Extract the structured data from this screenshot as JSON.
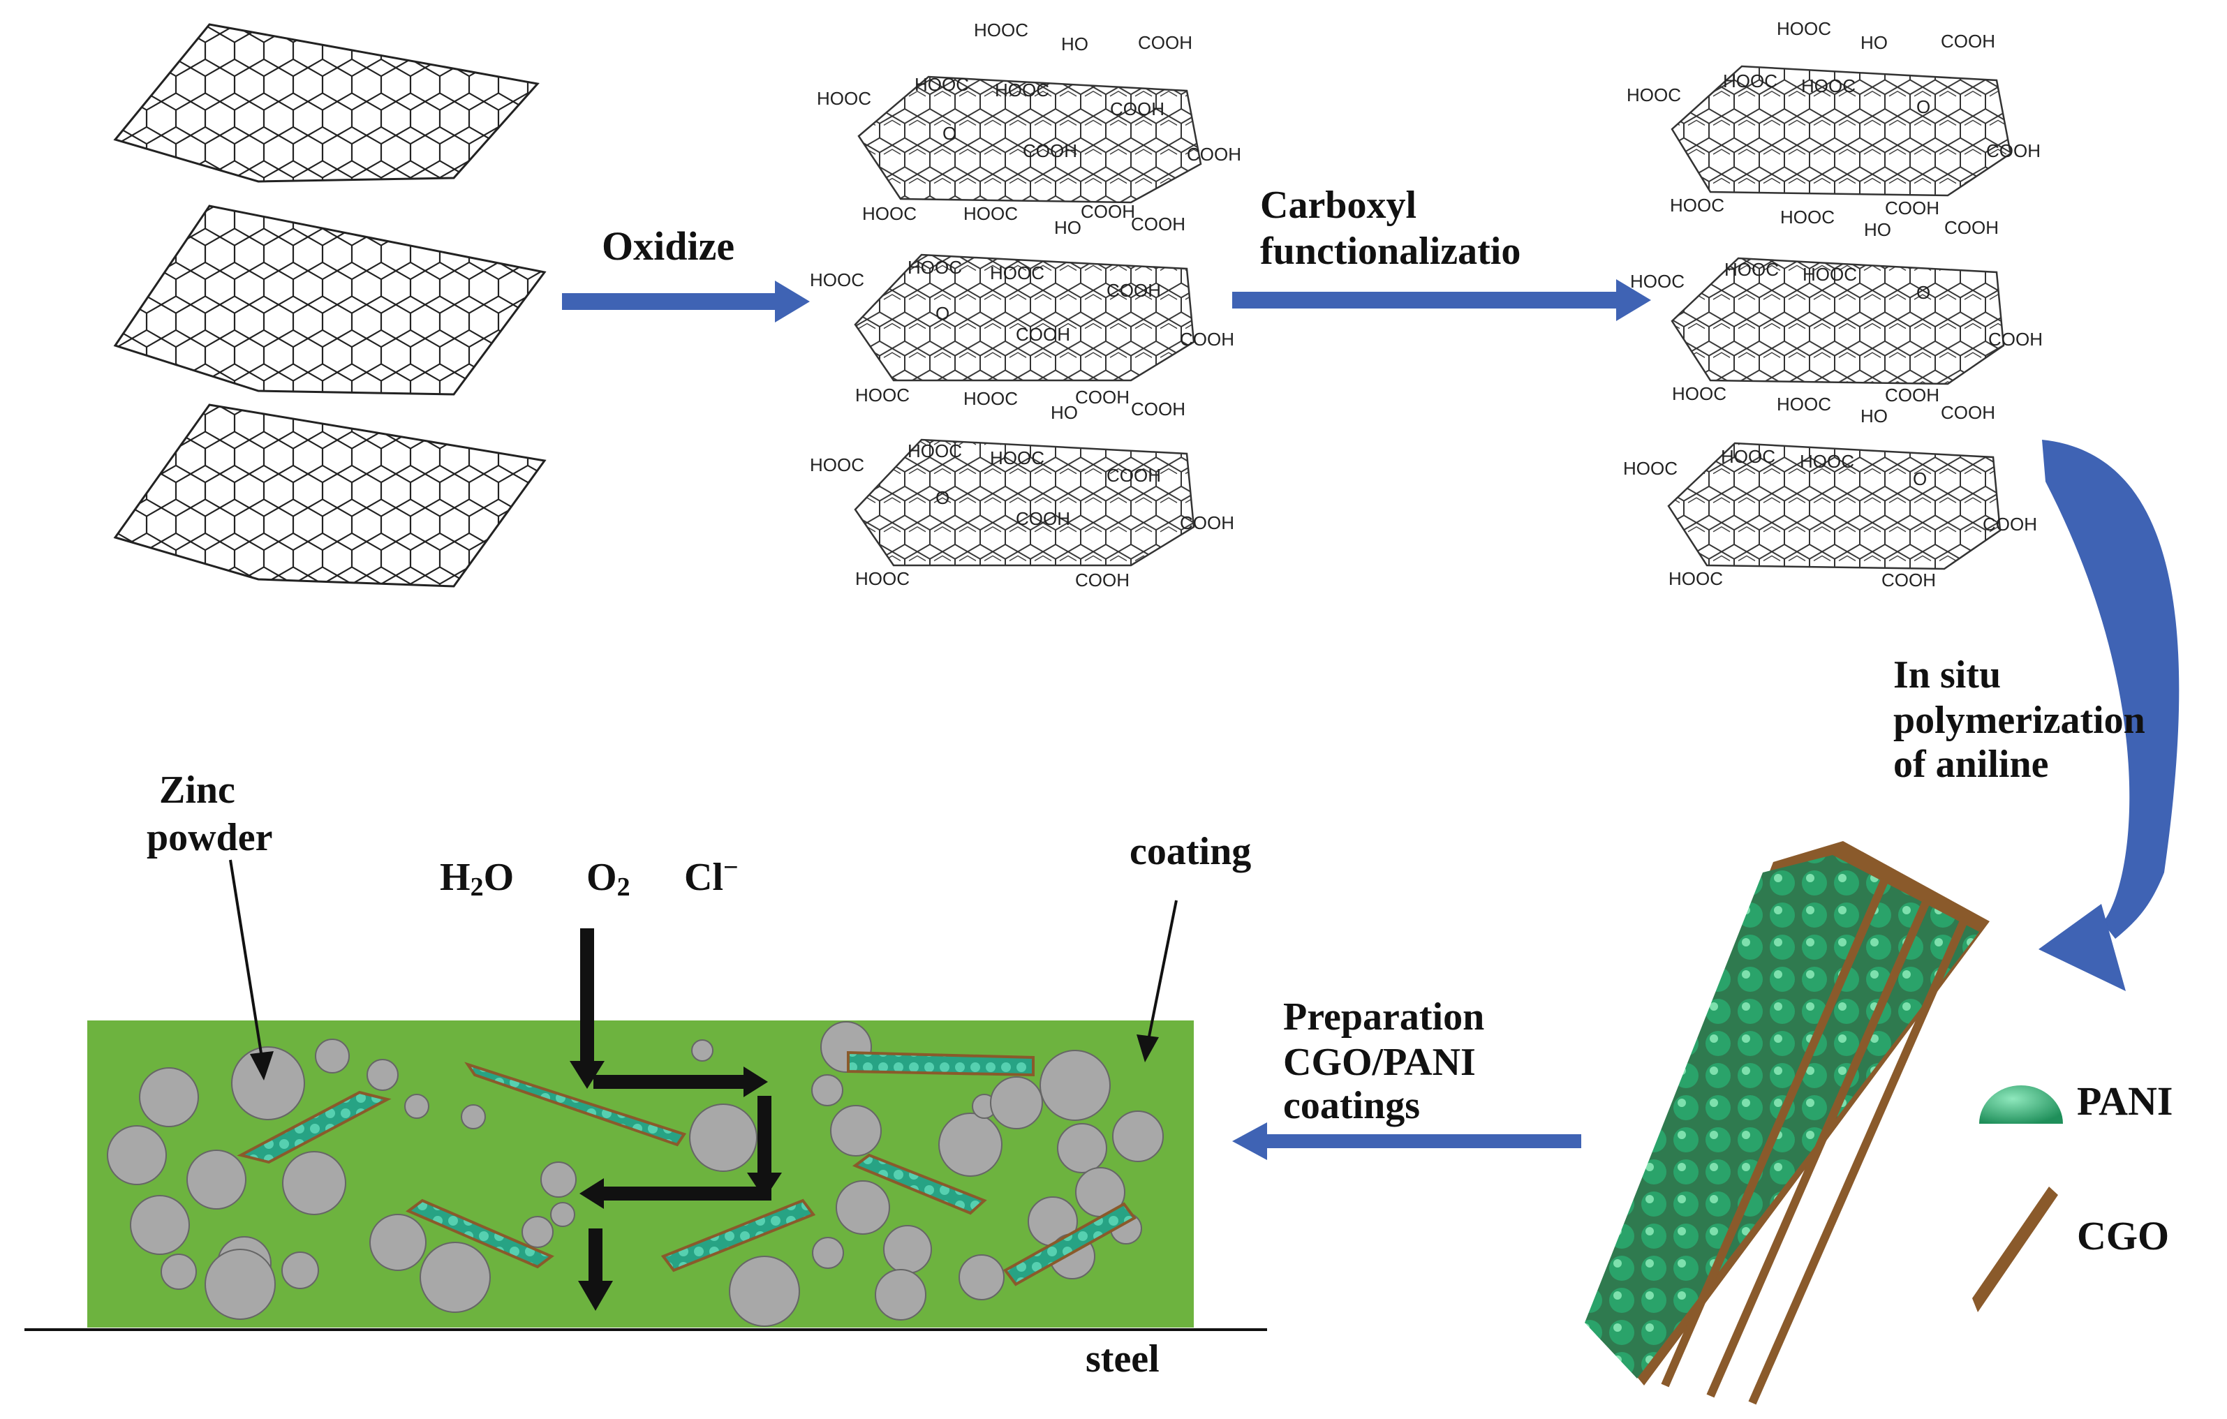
{
  "labels": {
    "oxidize": "Oxidize",
    "carboxyl_line1": "Carboxyl",
    "carboxyl_line2": "functionalizatio",
    "insitu_line1": "In situ",
    "insitu_line2": "polymerization",
    "insitu_line3": "of aniline",
    "prep_line1": "Preparation",
    "prep_line2": "CGO/PANI",
    "prep_line3": "coatings",
    "zinc_line1": "Zinc",
    "zinc_line2": "powder",
    "h2o_main": "H",
    "h2o_sub": "2",
    "h2o_end": "O",
    "o2_main": "O",
    "o2_sub": "2",
    "cl_main": "Cl",
    "cl_sup": "−",
    "coating": "coating",
    "steel": "steel",
    "legend_pani": "PANI",
    "legend_cgo": "CGO"
  },
  "chem_groups": {
    "hooc": "HOOC",
    "cooh": "COOH",
    "ho": "HO",
    "o": "O"
  },
  "colors": {
    "arrow_blue": "#3f63b4",
    "coating_green": "#6db33f",
    "zinc_gray": "#a8a8a8",
    "pani_green": "#2aa36a",
    "cgo_brown": "#8a5a2b",
    "black": "#111111"
  }
}
